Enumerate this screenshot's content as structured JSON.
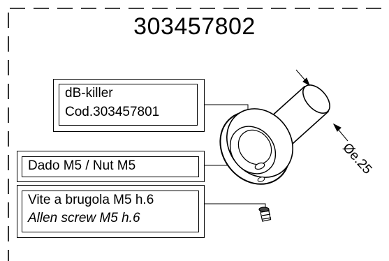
{
  "title": "303457802",
  "labels": {
    "killer_name": "dB-killer",
    "killer_code": "Cod.303457801",
    "nut": "Dado M5 / Nut M5",
    "screw_it": "Vite a brugola M5 h.6",
    "screw_en": "Allen screw M5 h.6"
  },
  "dimension": "Øe.25"
}
